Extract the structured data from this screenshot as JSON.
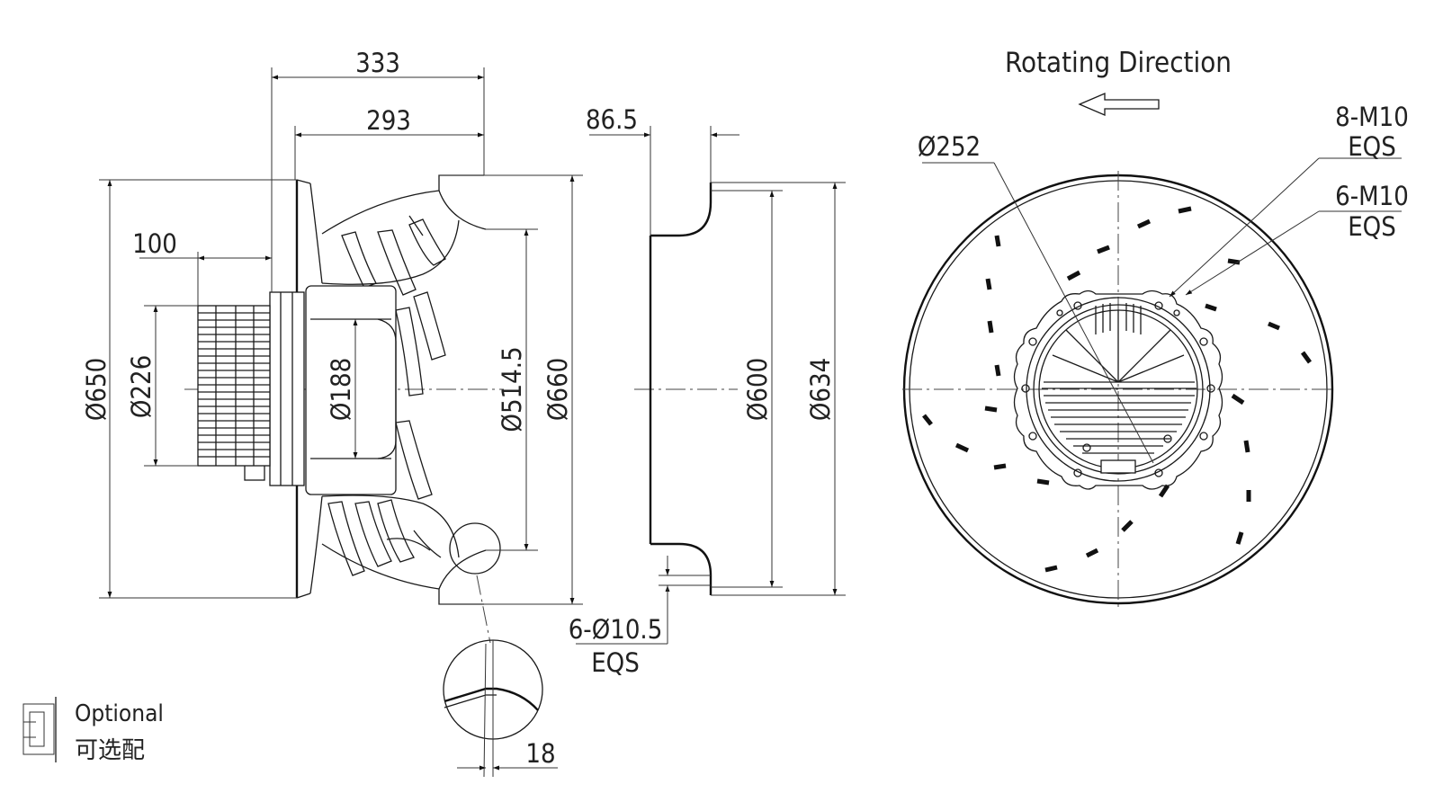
{
  "title": "Rotating Direction",
  "dimensions": {
    "overall_length": "333",
    "impeller_length": "293",
    "motor_length": "100",
    "dia_650": "Ø650",
    "dia_226": "Ø226",
    "dia_188": "Ø188",
    "dia_514": "Ø514.5",
    "dia_660": "Ø660",
    "ring_width": "86.5",
    "dia_600": "Ø600",
    "dia_634": "Ø634",
    "ring_holes_line1": "6-Ø10.5",
    "ring_holes_line2": "EQS",
    "detail_thickness": "18",
    "dia_252": "Ø252",
    "motor_holes_8_line1": "8-M10",
    "motor_holes_8_line2": "EQS",
    "motor_holes_6_line1": "6-M10",
    "motor_holes_6_line2": "EQS"
  },
  "legend": {
    "optional_en": "Optional",
    "optional_cn": "可选配"
  }
}
